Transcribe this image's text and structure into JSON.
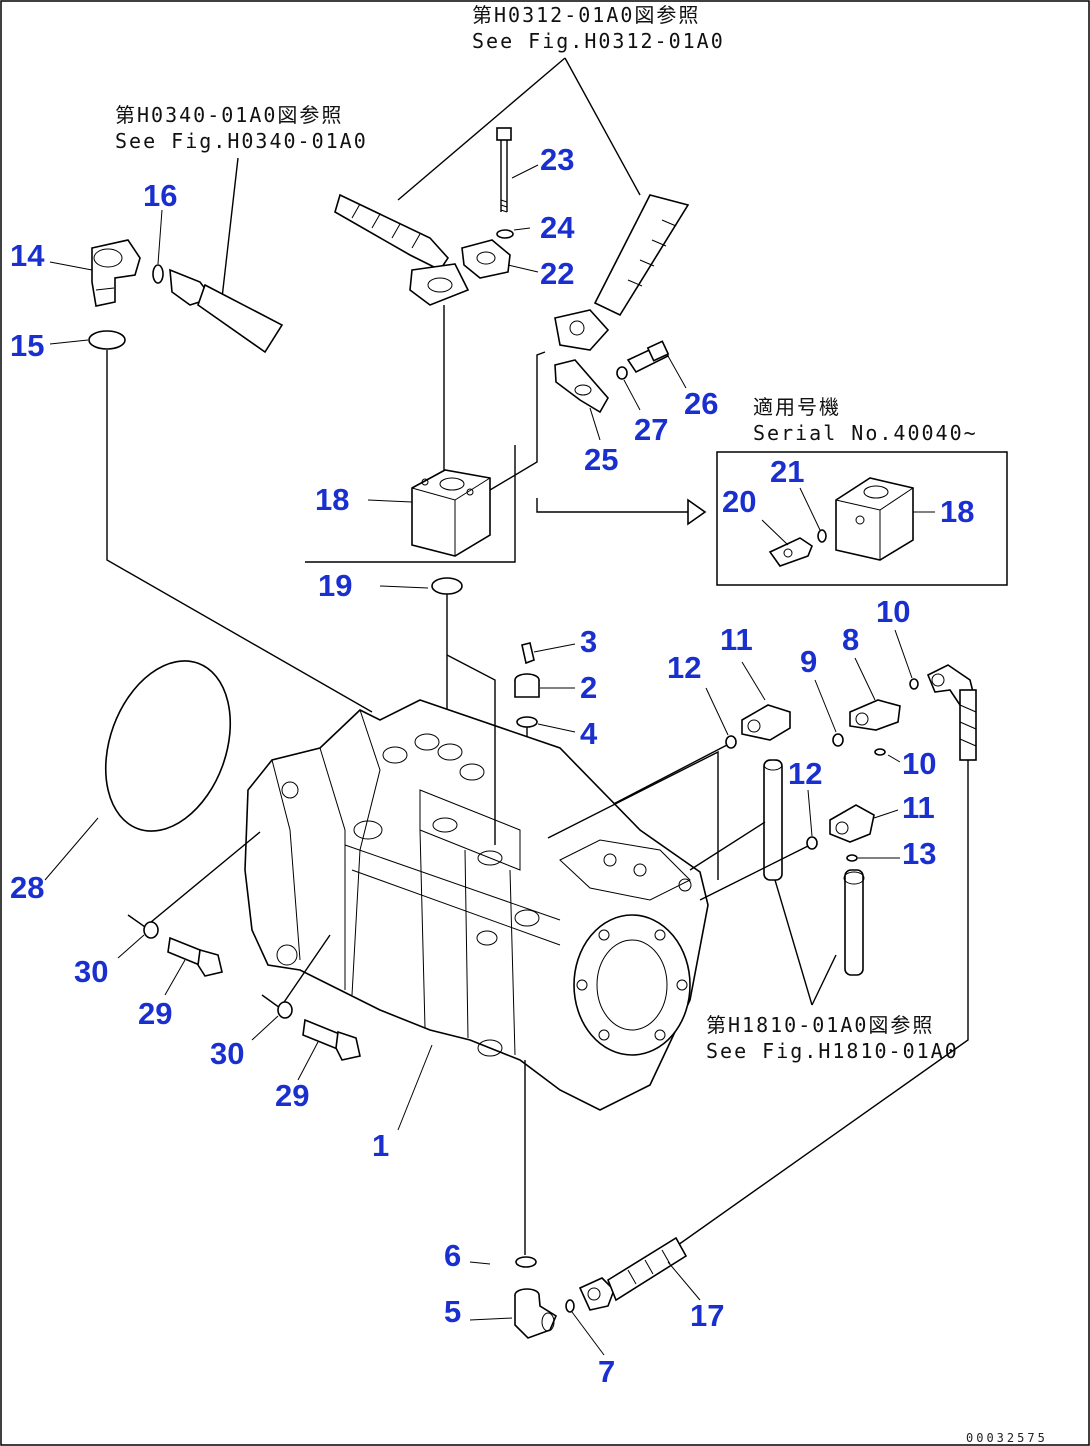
{
  "references": {
    "ref_top_jp": "第H0312-01A0図参照",
    "ref_top_en": "See Fig.H0312-01A0",
    "ref_left_jp": "第H0340-01A0図参照",
    "ref_left_en": "See Fig.H0340-01A0",
    "ref_right_jp": "第H1810-01A0図参照",
    "ref_right_en": "See Fig.H1810-01A0",
    "serial_jp": "適用号機",
    "serial_en": "Serial No.40040~"
  },
  "callouts": {
    "c1": "1",
    "c2": "2",
    "c3": "3",
    "c4": "4",
    "c5": "5",
    "c6": "6",
    "c7": "7",
    "c8": "8",
    "c9": "9",
    "c10a": "10",
    "c10b": "10",
    "c11a": "11",
    "c11b": "11",
    "c12a": "12",
    "c12b": "12",
    "c13": "13",
    "c14": "14",
    "c15": "15",
    "c16": "16",
    "c17": "17",
    "c18a": "18",
    "c18b": "18",
    "c19": "19",
    "c20": "20",
    "c21": "21",
    "c22": "22",
    "c23": "23",
    "c24": "24",
    "c25": "25",
    "c26": "26",
    "c27": "27",
    "c28": "28",
    "c29a": "29",
    "c29b": "29",
    "c30a": "30",
    "c30b": "30"
  },
  "drawing_number": "00032575",
  "colors": {
    "callout": "#1a2fd0",
    "line": "#000000",
    "background": "#ffffff"
  }
}
